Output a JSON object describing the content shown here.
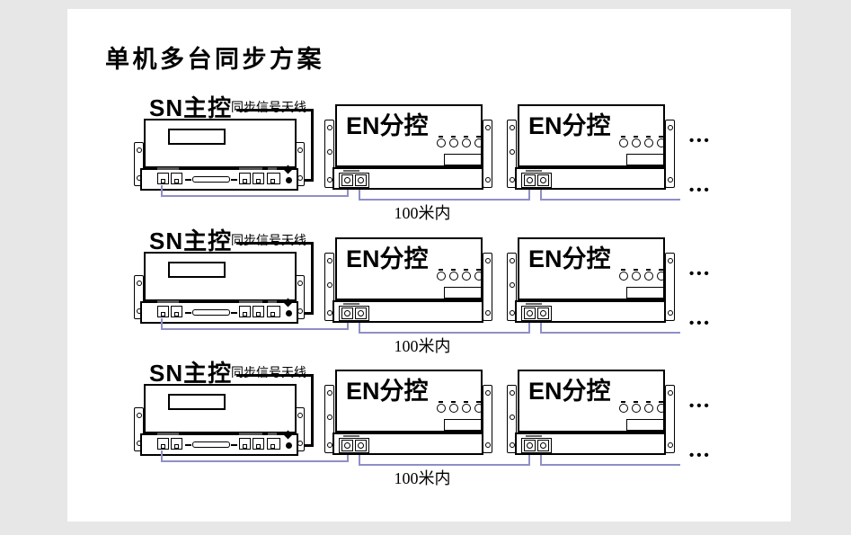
{
  "page": {
    "title": "单机多台同步方案"
  },
  "colors": {
    "background": "#e7e7e7",
    "canvas": "#ffffff",
    "line": "#000000",
    "cable": "#8f8fc6"
  },
  "rows": [
    {
      "master": {
        "label": "SN主控",
        "antenna_label": "同步信号天线"
      },
      "slaves": [
        {
          "label": "EN分控"
        },
        {
          "label": "EN分控"
        }
      ],
      "distance_label": "100米内",
      "ellipsis_top": "•••",
      "ellipsis_bottom": "•••"
    },
    {
      "master": {
        "label": "SN主控",
        "antenna_label": "同步信号天线"
      },
      "slaves": [
        {
          "label": "EN分控"
        },
        {
          "label": "EN分控"
        }
      ],
      "distance_label": "100米内",
      "ellipsis_top": "•••",
      "ellipsis_bottom": "•••"
    },
    {
      "master": {
        "label": "SN主控",
        "antenna_label": "同步信号天线"
      },
      "slaves": [
        {
          "label": "EN分控"
        },
        {
          "label": "EN分控"
        }
      ],
      "distance_label": "100米内",
      "ellipsis_top": "•••",
      "ellipsis_bottom": "•••"
    }
  ]
}
